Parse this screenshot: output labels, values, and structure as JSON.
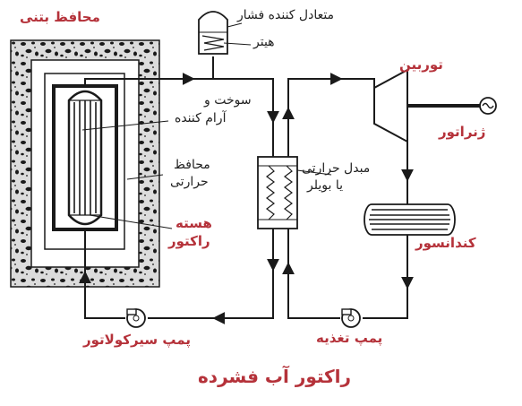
{
  "colors": {
    "accent_label": "#b5323a",
    "line": "#1a1a1a",
    "concrete_fill": "#d8d8d8",
    "background": "#ffffff"
  },
  "labels": {
    "concrete_shield": "محافظ بتنی",
    "pressurizer": "متعادل کننده فشار",
    "heater": "هیتر",
    "fuel_moderator_line1": "سوخت و",
    "fuel_moderator_line2": "آرام کننده",
    "thermal_shield_line1": "محافظ",
    "thermal_shield_line2": "حرارتی",
    "reactor_core_line1": "هسته",
    "reactor_core_line2": "راکتور",
    "heat_exchanger_line1": "مبدل حرارتی",
    "heat_exchanger_line2": "یا بویلر",
    "turbine": "توربین",
    "generator": "ژنراتور",
    "condenser": "کندانسور",
    "feed_pump": "پمپ تغذیه",
    "circulator_pump": "پمپ سیرکولاتور",
    "diagram_title": "راکتور آب فشرده"
  }
}
